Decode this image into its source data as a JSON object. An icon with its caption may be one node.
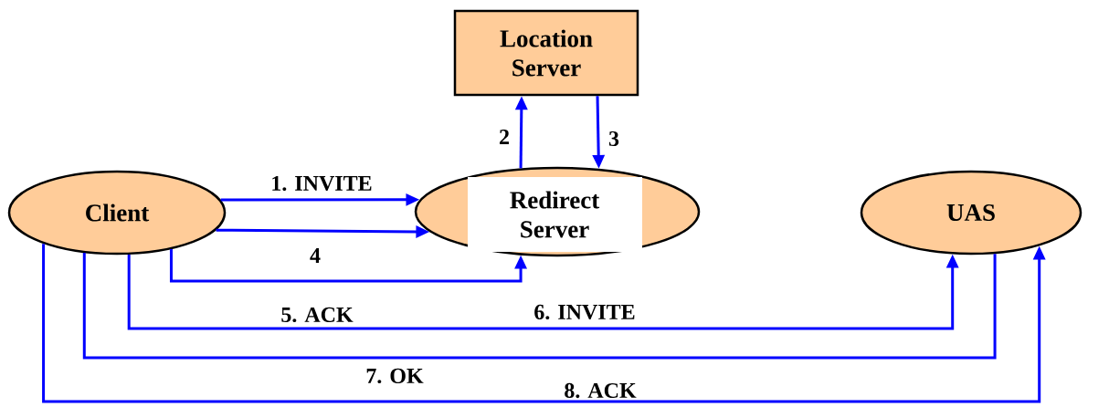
{
  "diagram": {
    "nodes": [
      {
        "text": [
          "Location Server"
        ]
      },
      {
        "text": [
          "Client"
        ]
      },
      {
        "text": [
          "Redirect Server"
        ]
      },
      {
        "text": [
          "UAS"
        ]
      }
    ],
    "edges": [
      {
        "from": 1,
        "to": 2,
        "arrow": "to",
        "label": "1. INVITE"
      },
      {
        "from": 2,
        "to": 0,
        "arrow": "to",
        "label": "2"
      },
      {
        "from": 0,
        "to": 2,
        "arrow": "to",
        "label": "3"
      },
      {
        "from": 1,
        "to": 2,
        "arrow": "to",
        "label": "4"
      },
      {
        "from": 1,
        "to": 2,
        "arrow": "to",
        "label": "5. ACK"
      },
      {
        "from": 1,
        "to": 3,
        "arrow": "to",
        "label": "6. INVITE"
      },
      {
        "from": 3,
        "to": 1,
        "arrow": "none",
        "label": "7. OK"
      },
      {
        "from": 1,
        "to": 3,
        "arrow": "to",
        "label": "8. ACK"
      }
    ]
  }
}
